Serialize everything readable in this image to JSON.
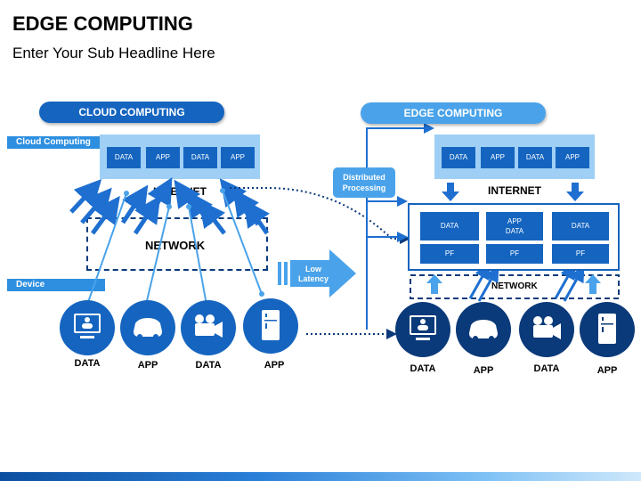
{
  "header": {
    "title": "EDGE COMPUTING",
    "subtitle": "Enter Your Sub Headline Here"
  },
  "cloud_side": {
    "pill": "CLOUD COMPUTING",
    "tag_cloud": "Cloud Computing",
    "tag_device": "Device",
    "cells": [
      "DATA",
      "APP",
      "DATA",
      "APP"
    ],
    "internet": "INTERNET",
    "network": "NETWORK",
    "devices": [
      {
        "icon": "monitor-user-icon",
        "label": "DATA"
      },
      {
        "icon": "car-icon",
        "label": "APP"
      },
      {
        "icon": "video-camera-icon",
        "label": "DATA"
      },
      {
        "icon": "refrigerator-icon",
        "label": "APP"
      }
    ]
  },
  "middle": {
    "low_latency": [
      "Low",
      "Latency"
    ],
    "distributed": [
      "Distributed",
      "Processing"
    ]
  },
  "edge_side": {
    "pill": "EDGE COMPUTING",
    "cells": [
      "DATA",
      "APP",
      "DATA",
      "APP"
    ],
    "internet": "INTERNET",
    "network": "NETWORK",
    "nodes": [
      {
        "top": "DATA",
        "bottom": "PF"
      },
      {
        "top": [
          "APP",
          "DATA"
        ],
        "bottom": "PF"
      },
      {
        "top": "DATA",
        "bottom": "PF"
      }
    ],
    "devices": [
      {
        "icon": "monitor-user-icon",
        "label": "DATA"
      },
      {
        "icon": "car-icon",
        "label": "APP"
      },
      {
        "icon": "video-camera-icon",
        "label": "DATA"
      },
      {
        "icon": "refrigerator-icon",
        "label": "APP"
      }
    ]
  },
  "colors": {
    "dark_blue": "#0b3a7a",
    "mid_blue": "#1565c0",
    "light_blue": "#4aa3ea",
    "pale_blue": "#9fcff5",
    "arrow_blue": "#1e6fd0"
  }
}
